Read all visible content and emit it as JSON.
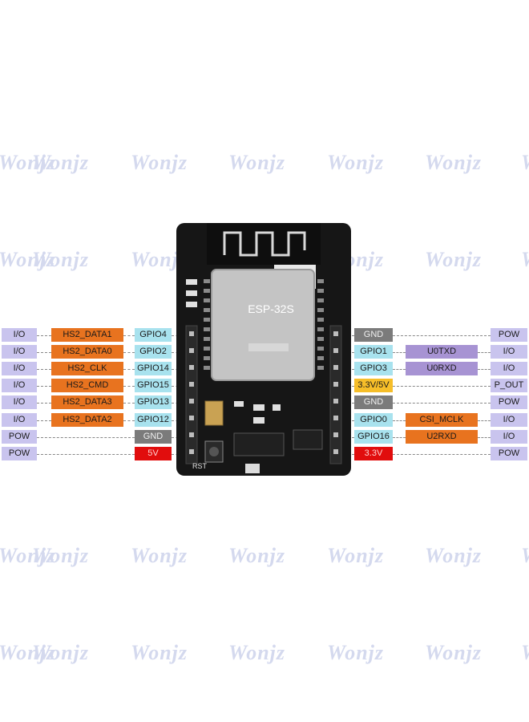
{
  "watermark": {
    "text": "Wonjz"
  },
  "board": {
    "module_label": "ESP-32S",
    "rst_label": "RST"
  },
  "left_pins": [
    {
      "type": "I/O",
      "func": "HS2_DATA1",
      "gpio": "GPIO4"
    },
    {
      "type": "I/O",
      "func": "HS2_DATA0",
      "gpio": "GPIO2"
    },
    {
      "type": "I/O",
      "func": "HS2_CLK",
      "gpio": "GPIO14"
    },
    {
      "type": "I/O",
      "func": "HS2_CMD",
      "gpio": "GPIO15"
    },
    {
      "type": "I/O",
      "func": "HS2_DATA3",
      "gpio": "GPIO13"
    },
    {
      "type": "I/O",
      "func": "HS2_DATA2",
      "gpio": "GPIO12"
    },
    {
      "type": "POW",
      "func": "",
      "gpio": "GND"
    },
    {
      "type": "POW",
      "func": "",
      "gpio": "5V"
    }
  ],
  "right_pins": [
    {
      "gpio": "GND",
      "func": "",
      "type": "POW"
    },
    {
      "gpio": "GPIO1",
      "func": "U0TXD",
      "type": "I/O"
    },
    {
      "gpio": "GPIO3",
      "func": "U0RXD",
      "type": "I/O"
    },
    {
      "gpio": "3.3V/5V",
      "func": "",
      "type": "P_OUT"
    },
    {
      "gpio": "GND",
      "func": "",
      "type": "POW"
    },
    {
      "gpio": "GPIO0",
      "func": "CSI_MCLK",
      "type": "I/O"
    },
    {
      "gpio": "GPIO16",
      "func": "U2RXD",
      "type": "I/O"
    },
    {
      "gpio": "3.3V",
      "func": "",
      "type": "POW"
    }
  ],
  "colors": {
    "io": "#c9c4ee",
    "hs2": "#e8731f",
    "gpio": "#a8e2ee",
    "gnd": "#7b7b7b",
    "power_red": "#e10d0d",
    "power_yellow": "#f6be29",
    "uart": "#a793d3",
    "board": "#161616",
    "module": "#bfbfbf"
  }
}
